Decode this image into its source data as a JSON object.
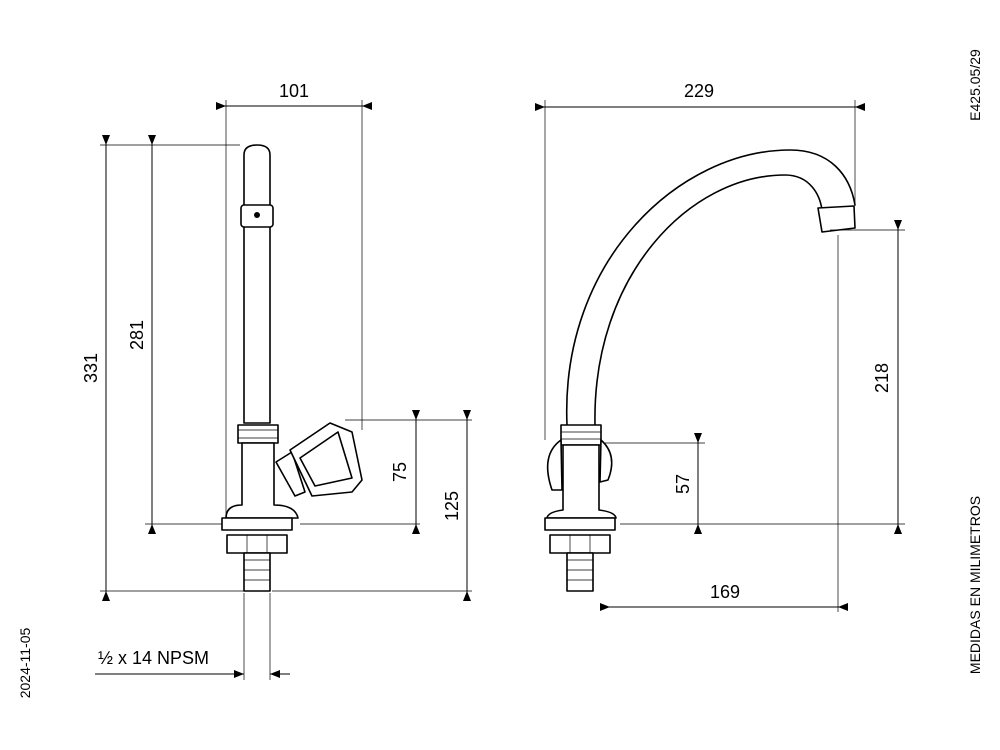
{
  "drawing_code": "E425.05/29",
  "units_note": "MEDIDAS EN MILIMETROS",
  "date": "2024-11-05",
  "thread_spec": "½ x 14 NPSM",
  "front_view": {
    "width_dim": "101",
    "total_height_dim": "331",
    "spout_height_dim": "281",
    "handle_height_dim": "75",
    "handle_total_dim": "125"
  },
  "side_view": {
    "width_dim": "229",
    "outlet_height_dim": "218",
    "handle_height_dim": "57",
    "reach_dim": "169"
  }
}
